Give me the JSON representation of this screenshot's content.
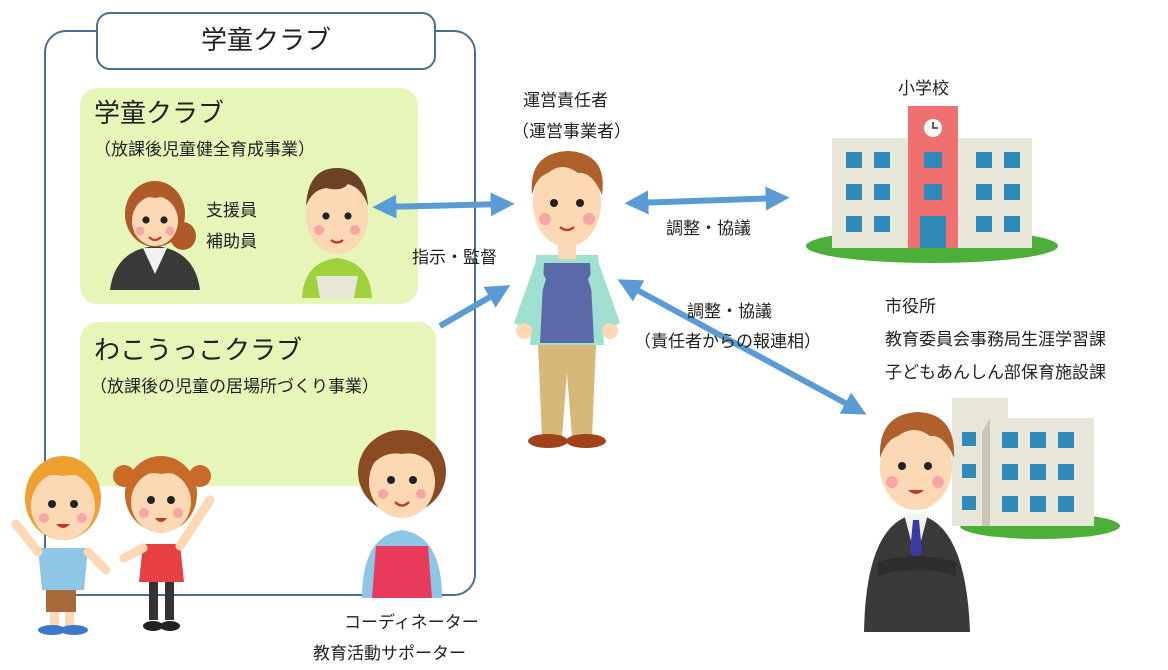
{
  "frame": {
    "title": "学童クラブ"
  },
  "gakudou": {
    "title": "学童クラブ",
    "subtitle": "（放課後児童健全育成事業）",
    "staff": [
      "支援員",
      "補助員"
    ]
  },
  "wakou": {
    "title": "わこうっこクラブ",
    "subtitle": "（放課後の児童の居場所づくり事業）"
  },
  "coordinator": [
    "コーディネーター",
    "教育活動サポーター"
  ],
  "manager": {
    "title": "運営責任者",
    "subtitle": "（運営事業者）"
  },
  "instruct_label": "指示・監督",
  "school": {
    "title": "小学校"
  },
  "school_link": "調整・協議",
  "city": {
    "lines": [
      "市役所",
      "教育委員会事務局生涯学習課",
      "子どもあんしん部保育施設課"
    ]
  },
  "city_link": {
    "line1": "調整・協議",
    "line2": "（責任者からの報連相）"
  },
  "colors": {
    "frame": "#4a6e95",
    "panel": "#e6f5b8",
    "arrow": "#5b9bd5",
    "building": "#e8e6d8",
    "window": "#2e8bb8",
    "ground": "#4caf3a",
    "tower": "#f07070"
  }
}
